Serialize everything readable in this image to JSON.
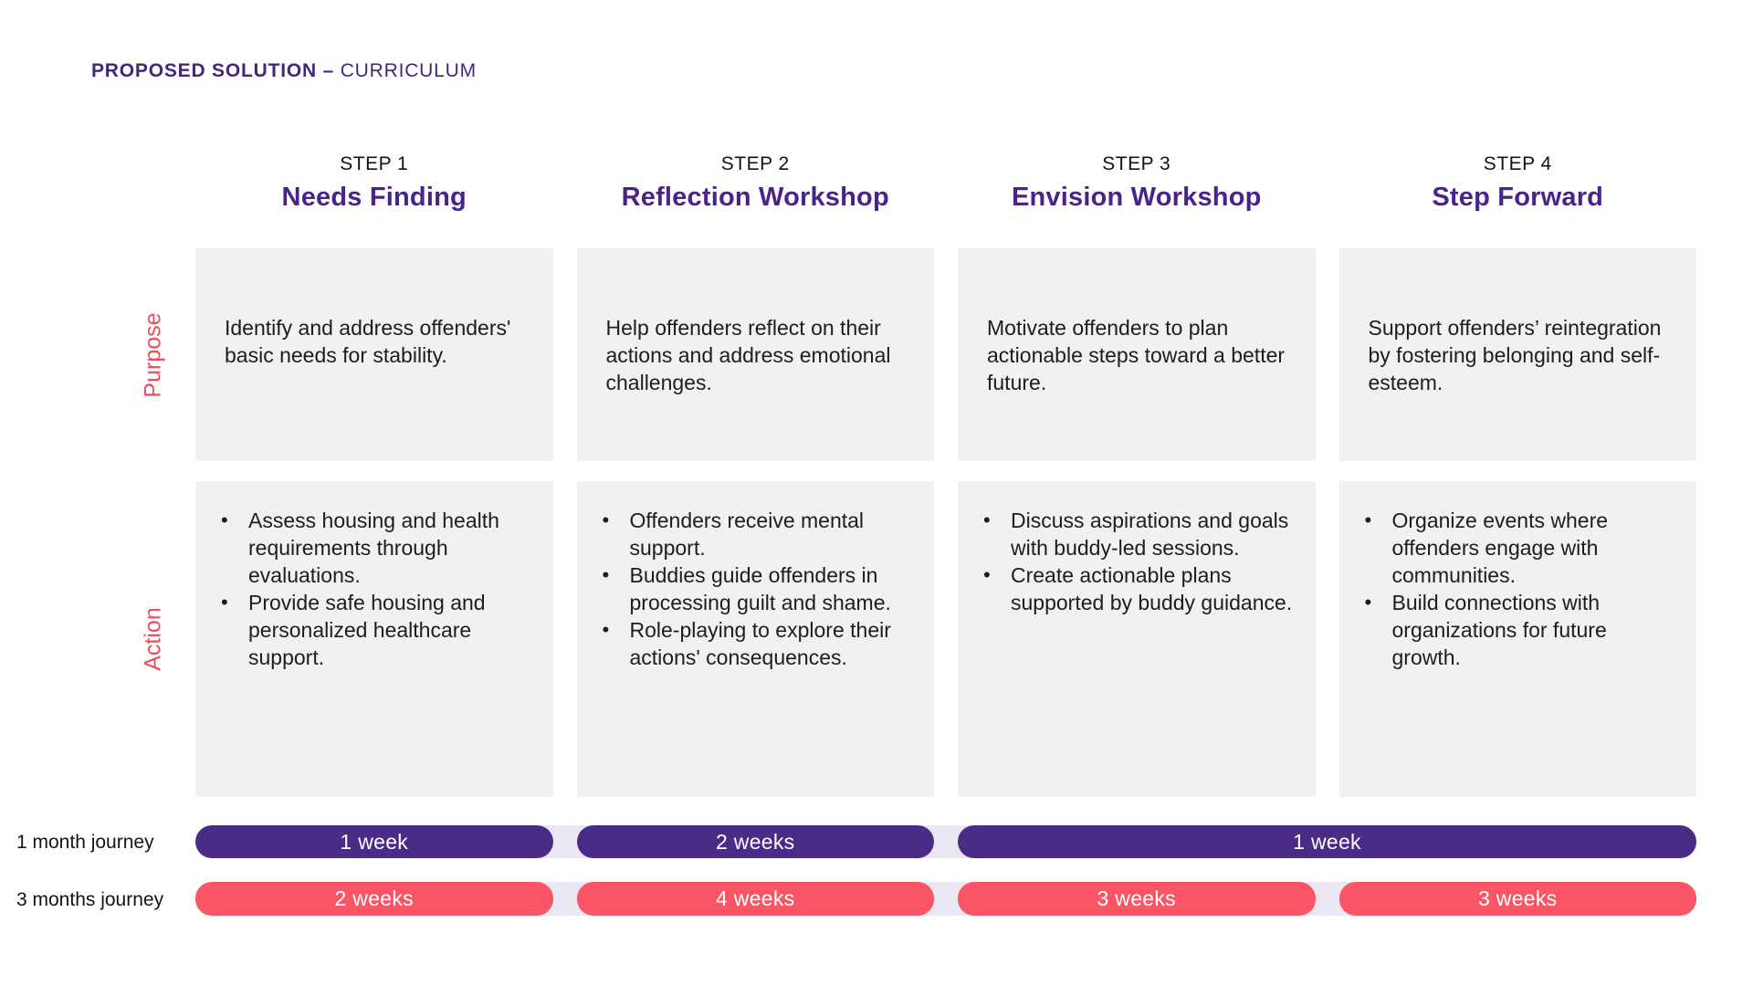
{
  "title": {
    "bold": "PROPOSED SOLUTION –",
    "regular": " CURRICULUM"
  },
  "row_labels": {
    "purpose": "Purpose",
    "action": "Action"
  },
  "columns": [
    {
      "step": "STEP 1",
      "title": "Needs Finding",
      "purpose": "Identify and address offenders' basic needs for stability.",
      "actions": [
        "Assess housing and health requirements through evaluations.",
        "Provide safe housing and personalized healthcare support."
      ]
    },
    {
      "step": "STEP 2",
      "title": "Reflection Workshop",
      "purpose": "Help offenders reflect on their actions and address emotional challenges.",
      "actions": [
        "Offenders receive mental support.",
        "Buddies guide offenders in processing guilt and shame.",
        "Role-playing to explore their actions' consequences."
      ]
    },
    {
      "step": "STEP 3",
      "title": "Envision Workshop",
      "purpose": "Motivate offenders to plan actionable steps toward a better future.",
      "actions": [
        "Discuss aspirations and goals with buddy-led sessions.",
        "Create actionable plans supported by buddy guidance."
      ]
    },
    {
      "step": "STEP 4",
      "title": "Step Forward",
      "purpose": "Support offenders’ reintegration by fostering belonging and self-esteem.",
      "actions": [
        "Organize events where offenders engage with communities.",
        "Build connections with organizations for future growth."
      ]
    }
  ],
  "timelines": [
    {
      "label": "1 month journey",
      "segments": [
        {
          "text": "1 week",
          "columns": "1"
        },
        {
          "text": "2 weeks",
          "columns": "2"
        },
        {
          "text": "1 week",
          "columns": "3-4"
        }
      ]
    },
    {
      "label": "3 months journey",
      "segments": [
        {
          "text": "2 weeks",
          "columns": "1"
        },
        {
          "text": "4 weeks",
          "columns": "2"
        },
        {
          "text": "3 weeks",
          "columns": "3"
        },
        {
          "text": "3 weeks",
          "columns": "4"
        }
      ]
    }
  ],
  "colors": {
    "title_purple": "#46257E",
    "step_title_purple": "#4A2289",
    "pill_purple": "#4B2B88",
    "pill_red": "#F95565",
    "row_label_red": "#E94D5E",
    "box_gray": "#F1F1F1",
    "track_lavender": "#EAE6F2",
    "body_text": "#1D1D1D",
    "background": "#FFFFFF"
  }
}
